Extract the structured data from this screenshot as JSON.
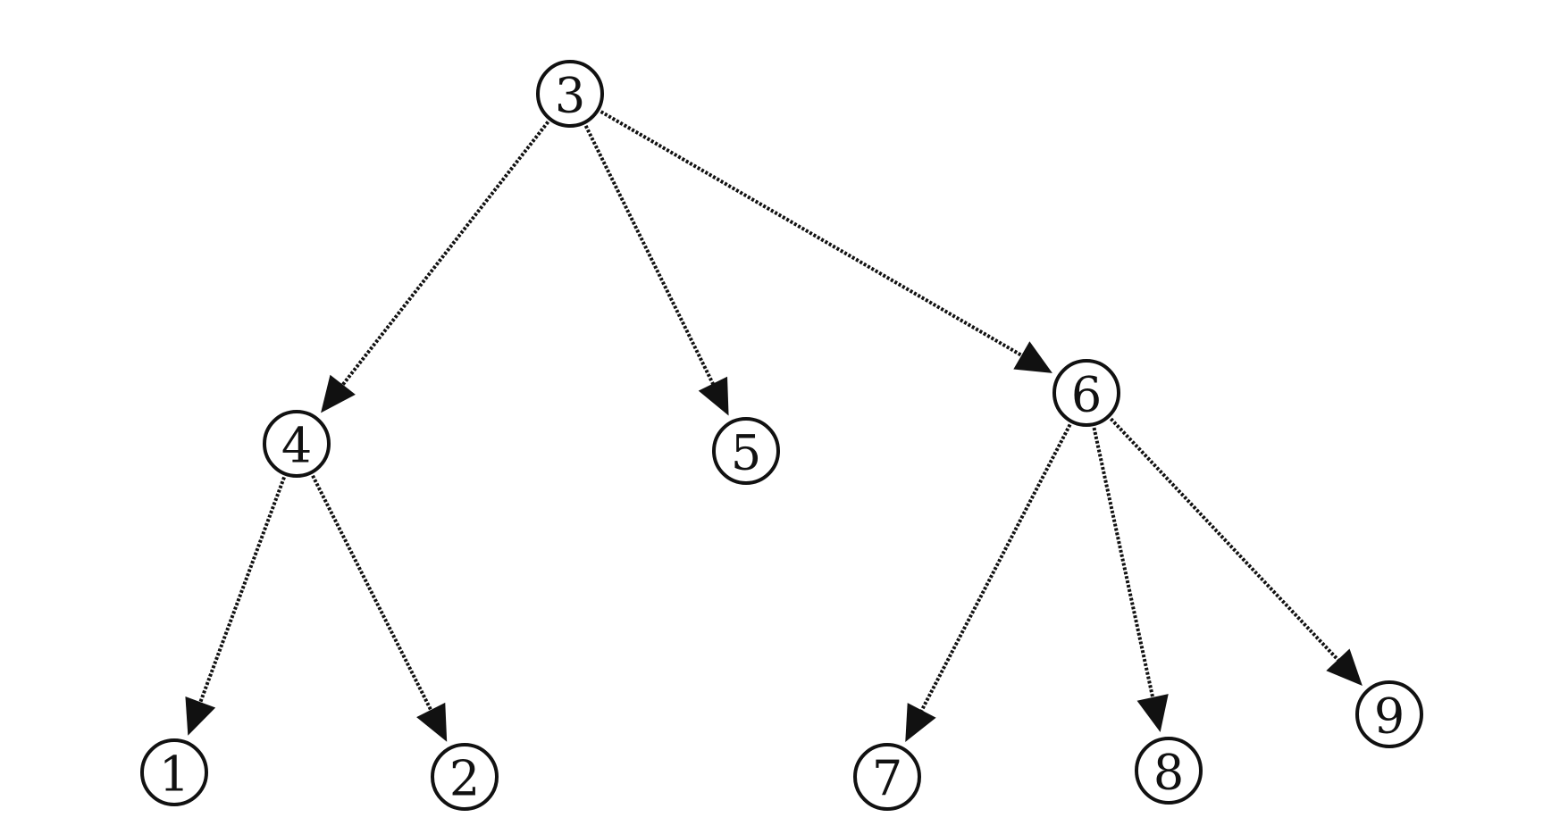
{
  "diagram": {
    "type": "tree",
    "colors": {
      "stroke": "#111111",
      "background": "#ffffff"
    },
    "nodes": [
      {
        "id": "n3",
        "label": "3"
      },
      {
        "id": "n4",
        "label": "4"
      },
      {
        "id": "n5",
        "label": "5"
      },
      {
        "id": "n6",
        "label": "6"
      },
      {
        "id": "n1",
        "label": "1"
      },
      {
        "id": "n2",
        "label": "2"
      },
      {
        "id": "n7",
        "label": "7"
      },
      {
        "id": "n8",
        "label": "8"
      },
      {
        "id": "n9",
        "label": "9"
      }
    ],
    "edges": [
      {
        "from": "n3",
        "to": "n4"
      },
      {
        "from": "n3",
        "to": "n5"
      },
      {
        "from": "n3",
        "to": "n6"
      },
      {
        "from": "n4",
        "to": "n1"
      },
      {
        "from": "n4",
        "to": "n2"
      },
      {
        "from": "n6",
        "to": "n7"
      },
      {
        "from": "n6",
        "to": "n8"
      },
      {
        "from": "n6",
        "to": "n9"
      }
    ]
  }
}
